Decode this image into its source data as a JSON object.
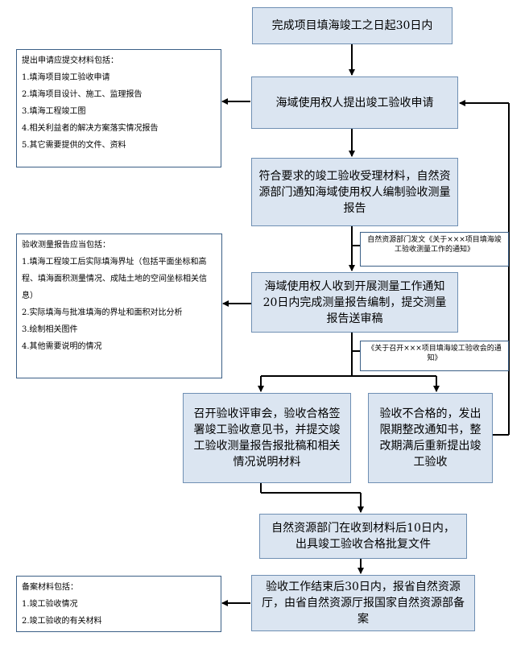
{
  "steps": {
    "s1": "完成项目填海竣工之日起30日内",
    "s2": "海域使用权人提出竣工验收申请",
    "s3": "符合要求的竣工验收受理材料，自然资源部门通知海域使用权人编制验收测量报告",
    "s4": "海域使用权人收到开展测量工作通知20日内完成测量报告编制，提交测量报告送审稿",
    "s5": "召开验收评审会，验收合格签署竣工验收意见书，并提交竣工验收测量报告报批稿和相关情况说明材料",
    "s6": "验收不合格的，发出限期整改通知书，整改期满后重新提出竣工验收",
    "s7": "自然资源部门在收到材料后10日内，出具竣工验收合格批复文件",
    "s8": "验收工作结束后30日内，报省自然资源厅，由省自然资源厅报国家自然资源部备案"
  },
  "notes": {
    "n1": {
      "title": "提出申请应提交材料包括：",
      "items": [
        "1.填海项目竣工验收申请",
        "2.填海项目设计、施工、监理报告",
        "3.填海工程竣工图",
        "4.相关利益者的解决方案落实情况报告",
        "5.其它需要提供的文件、资料"
      ]
    },
    "n2": {
      "title": "验收测量报告应当包括：",
      "items": [
        "1.填海工程竣工后实际填海界址（包括平面坐标和高程、填海面积测量情况、成陆土地的空间坐标相关信息）",
        "2.实际填海与批准填海的界址和面积对比分析",
        "3.绘制相关图件",
        "4.其他需要说明的情况"
      ]
    },
    "n3": {
      "title": "备案材料包括：",
      "items": [
        "1.竣工验收情况",
        "2.竣工验收的有关材料"
      ]
    }
  },
  "refs": {
    "r1": "自然资源部门发文《关于×××项目填海竣工验收测量工作的通知》",
    "r2": "《关于召开×××项目填海竣工验收会的通知》"
  }
}
